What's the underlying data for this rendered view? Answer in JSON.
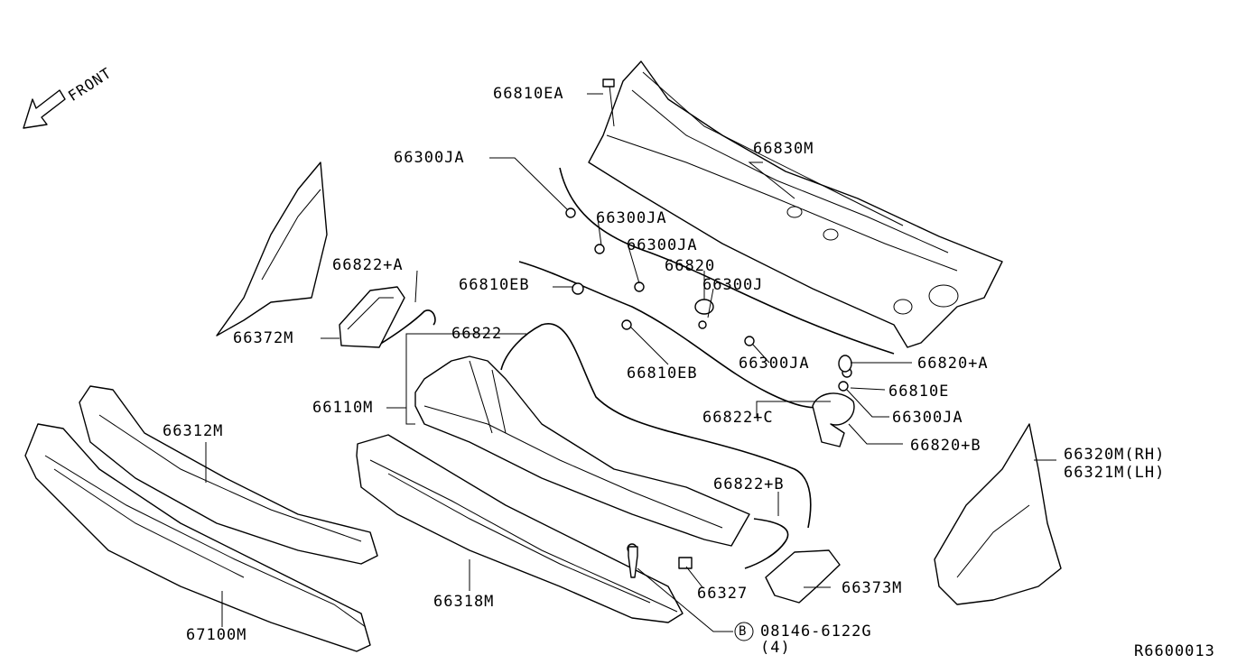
{
  "front_label": "FRONT",
  "parts": {
    "p66810EA": "66810EA",
    "p66830M": "66830M",
    "p66300JA_1": "66300JA",
    "p66300JA_2": "66300JA",
    "p66300JA_3": "66300JA",
    "p66820": "66820",
    "p66300J": "66300J",
    "p66822A": "66822+A",
    "p66810EB_1": "66810EB",
    "p66372M": "66372M",
    "p66822": "66822",
    "p66810EB_2": "66810EB",
    "p66300JA_4": "66300JA",
    "p66820A": "66820+A",
    "p66810E": "66810E",
    "p66110M": "66110M",
    "p66822C": "66822+C",
    "p66300JA_5": "66300JA",
    "p66820B": "66820+B",
    "p66312M": "66312M",
    "p66320M": "66320M(RH)",
    "p66321M": "66321M(LH)",
    "p66822B": "66822+B",
    "p66327": "66327",
    "p66373M": "66373M",
    "p66318M": "66318M",
    "p67100M": "67100M",
    "bolt_code": "08146-6122G",
    "bolt_circle": "B",
    "bolt_qty": "(4)"
  },
  "diagram_id": "R6600013"
}
